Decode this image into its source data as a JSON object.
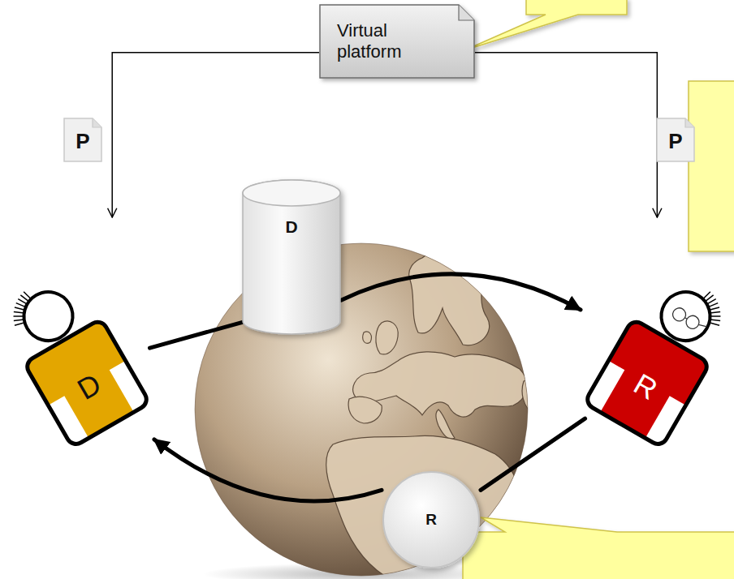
{
  "diagram": {
    "nodes": [
      {
        "text": [
          "Virtual platform"
        ]
      },
      {
        "text": [
          "P"
        ]
      },
      {
        "text": [
          "P"
        ]
      },
      {
        "text": [
          "D"
        ]
      },
      {
        "text": [
          "D"
        ]
      },
      {
        "text": [
          "R"
        ]
      },
      {
        "text": [
          "R"
        ]
      }
    ],
    "edges": [
      {
        "from": 0,
        "to": 4,
        "arrow": "to"
      },
      {
        "from": 0,
        "to": 5,
        "arrow": "to"
      },
      {
        "from": 4,
        "to": 3,
        "arrow": "none"
      },
      {
        "from": 3,
        "to": 5,
        "arrow": "to"
      },
      {
        "from": 5,
        "to": 6,
        "arrow": "none"
      },
      {
        "from": 6,
        "to": 4,
        "arrow": "to"
      }
    ]
  }
}
